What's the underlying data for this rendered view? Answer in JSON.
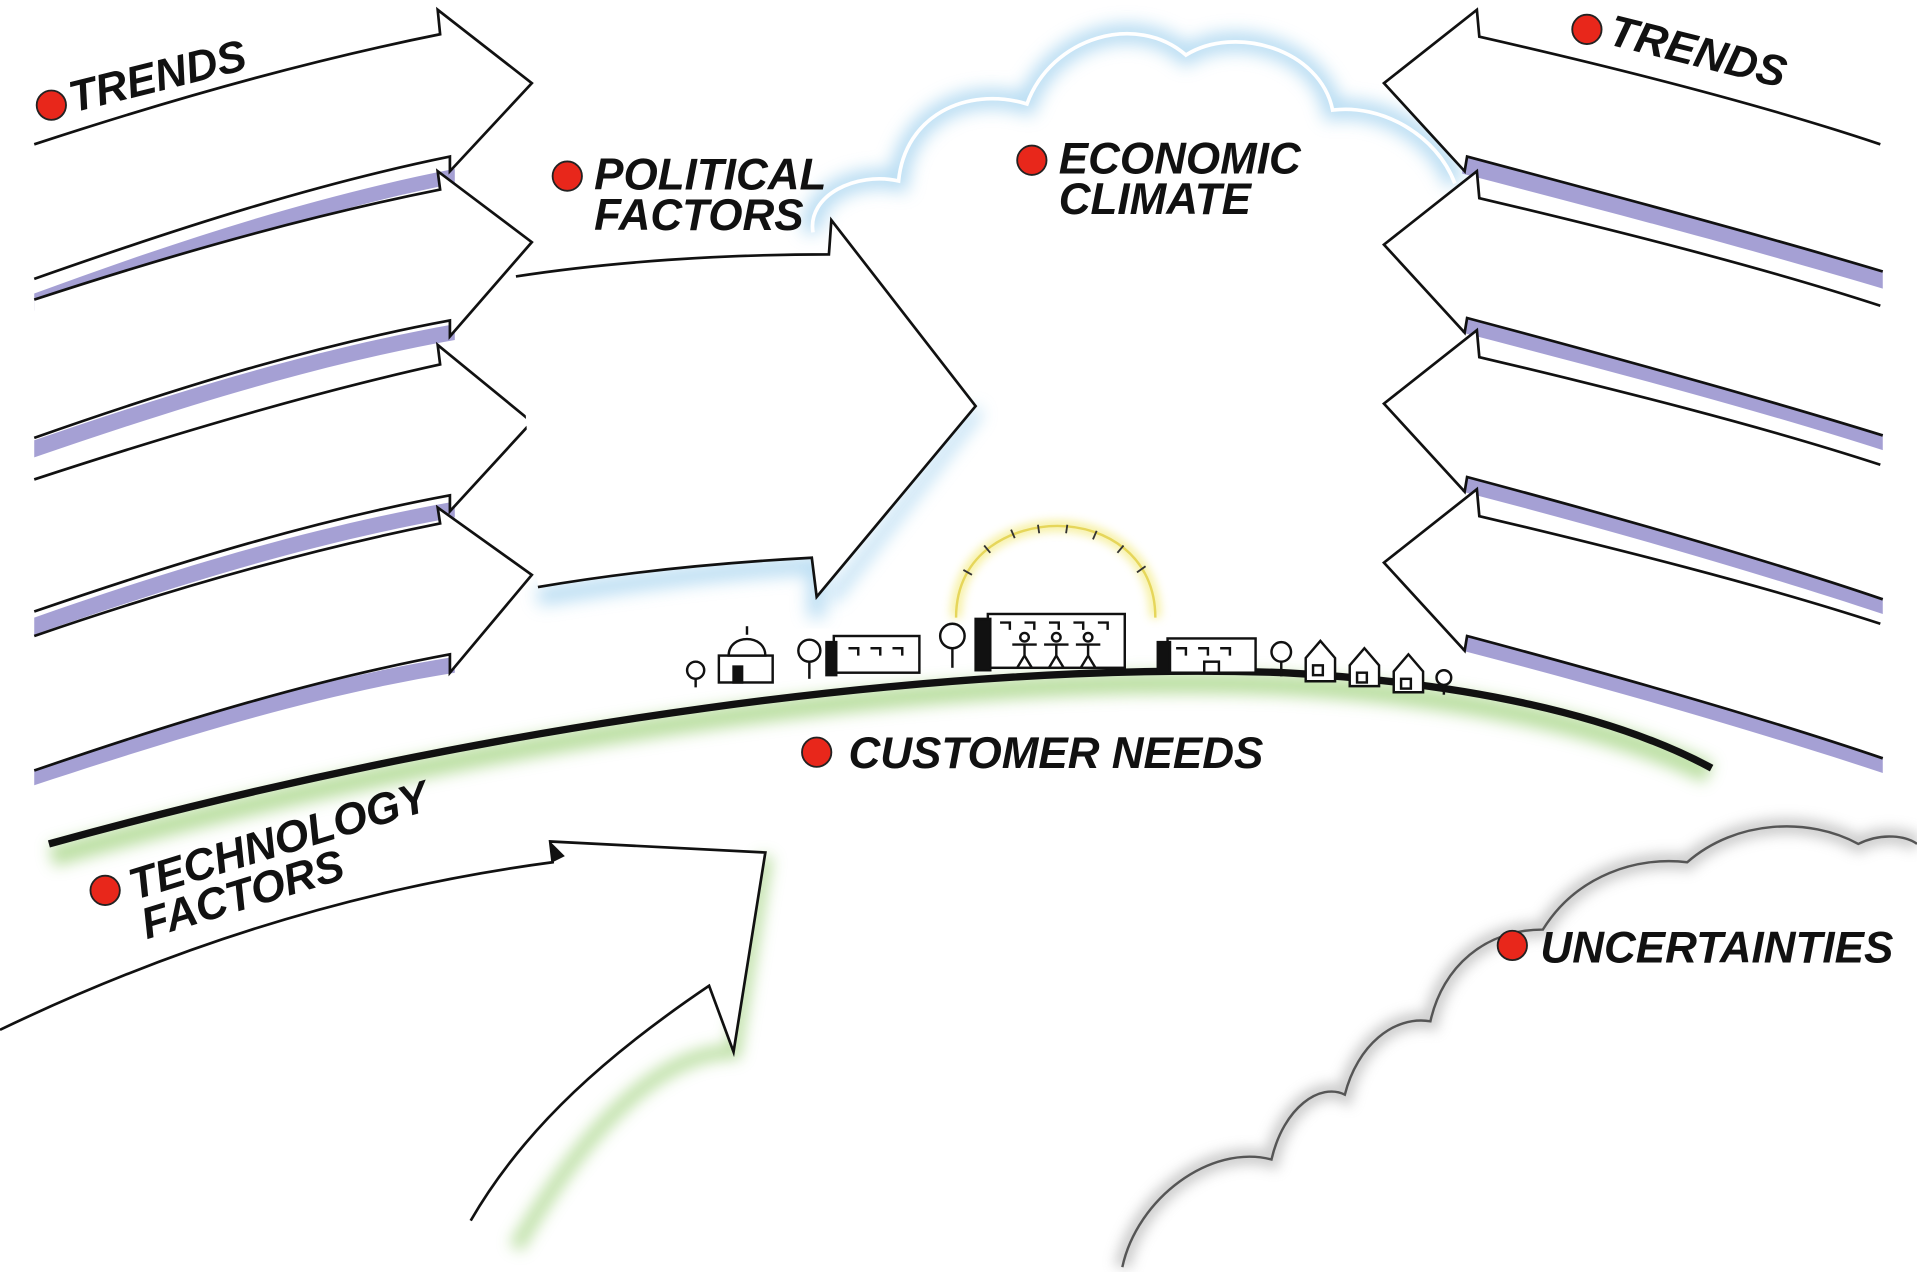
{
  "labels": {
    "trends_left": "TRENDS",
    "trends_right": "TRENDS",
    "political_line1": "POLITICAL",
    "political_line2": "FACTORS",
    "economic_line1": "ECONOMIC",
    "economic_line2": "CLIMATE",
    "customer_needs": "CUSTOMER NEEDS",
    "technology_line1": "TECHNOLOGY",
    "technology_line2": "FACTORS",
    "uncertainties": "UNCERTAINTIES"
  },
  "colors": {
    "marker": "#e8271b",
    "arrow_shadow_trends": "#9b96cf",
    "cloud_glow": "#a9d5f0",
    "ground_glow": "#b5dc9a",
    "uncertainty_cloud": "#c9c9c9",
    "sun_glow": "#f3ea7a"
  },
  "icons": [
    "building-icon",
    "tree-icon",
    "house-icon",
    "people-icon",
    "sun-icon"
  ]
}
